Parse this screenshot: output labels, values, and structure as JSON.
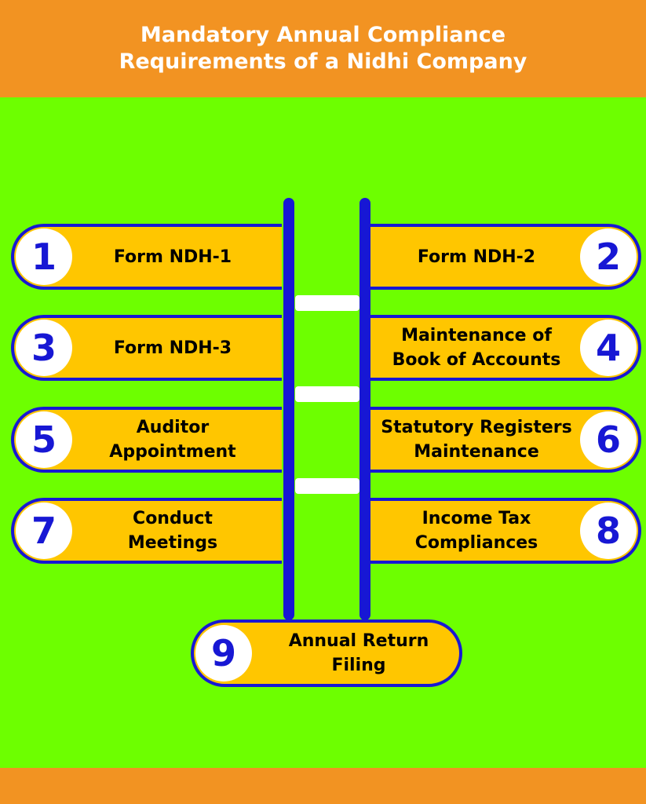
{
  "header": {
    "title": "Mandatory Annual Compliance\nRequirements of a Nidhi Company"
  },
  "colors": {
    "background": "#6dff00",
    "header_footer": "#f29322",
    "pill_fill": "#ffc600",
    "accent_blue": "#1717d4",
    "circle_fill": "#ffffff"
  },
  "steps": [
    {
      "number": "1",
      "label": "Form NDH-1"
    },
    {
      "number": "2",
      "label": "Form NDH-2"
    },
    {
      "number": "3",
      "label": "Form NDH-3"
    },
    {
      "number": "4",
      "label": "Maintenance of\nBook of Accounts"
    },
    {
      "number": "5",
      "label": "Auditor\nAppointment"
    },
    {
      "number": "6",
      "label": "Statutory Registers\nMaintenance"
    },
    {
      "number": "7",
      "label": "Conduct\nMeetings"
    },
    {
      "number": "8",
      "label": "Income Tax\nCompliances"
    },
    {
      "number": "9",
      "label": "Annual Return\nFiling"
    }
  ]
}
